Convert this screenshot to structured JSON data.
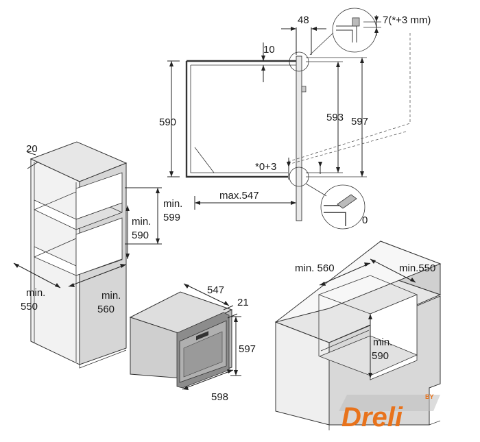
{
  "labels": {
    "top_48": "48",
    "top_7": "7(*+3 mm)",
    "top_10": "10",
    "h_590": "590",
    "h_593": "593",
    "h_597": "597",
    "gap_0_3": "*0+3",
    "max_547": "max.547",
    "zero": "0",
    "col_20": "20",
    "col_min599_a": "min.",
    "col_min599_b": "599",
    "col_min590_a": "min.",
    "col_min590_b": "590",
    "col_min550_a": "min.",
    "col_min550_b": "550",
    "col_min560_a": "min.",
    "col_min560_b": "560",
    "oven_547": "547",
    "oven_21": "21",
    "oven_597": "597",
    "oven_598": "598",
    "base_min560": "min. 560",
    "base_min550": "min.550",
    "base_min590_a": "min.",
    "base_min590_b": "590"
  },
  "logo": {
    "text": "Dreli",
    "by": "BY",
    "colors": {
      "primary": "#e8731c",
      "secondary": "#c0c0c0"
    }
  },
  "colors": {
    "line": "#222222",
    "panel_top": "#e6e6e6",
    "panel_side": "#bdbdbd",
    "oven_body": "#c9c9c9",
    "oven_dark": "#6b6b6b"
  }
}
